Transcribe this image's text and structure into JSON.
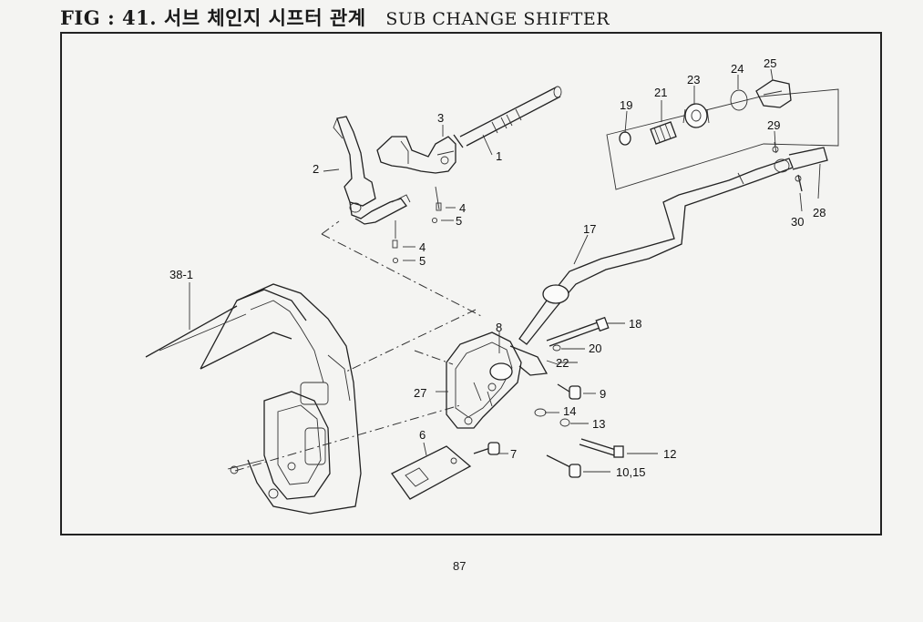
{
  "title": {
    "figure": "FIG : 41.",
    "korean": "서브 체인지 시프터 관계",
    "english": "SUB CHANGE SHIFTER"
  },
  "callouts": {
    "c1": "1",
    "c2": "2",
    "c3": "3",
    "c4a": "4",
    "c5a": "5",
    "c4b": "4",
    "c5b": "5",
    "c6": "6",
    "c7": "7",
    "c8": "8",
    "c9": "9",
    "c1015": "10,15",
    "c12": "12",
    "c13": "13",
    "c14": "14",
    "c17": "17",
    "c18": "18",
    "c19": "19",
    "c20": "20",
    "c21": "21",
    "c22": "22",
    "c23": "23",
    "c24": "24",
    "c25": "25",
    "c27": "27",
    "c28": "28",
    "c29": "29",
    "c30": "30",
    "c381": "38-1"
  },
  "page_number": "87"
}
